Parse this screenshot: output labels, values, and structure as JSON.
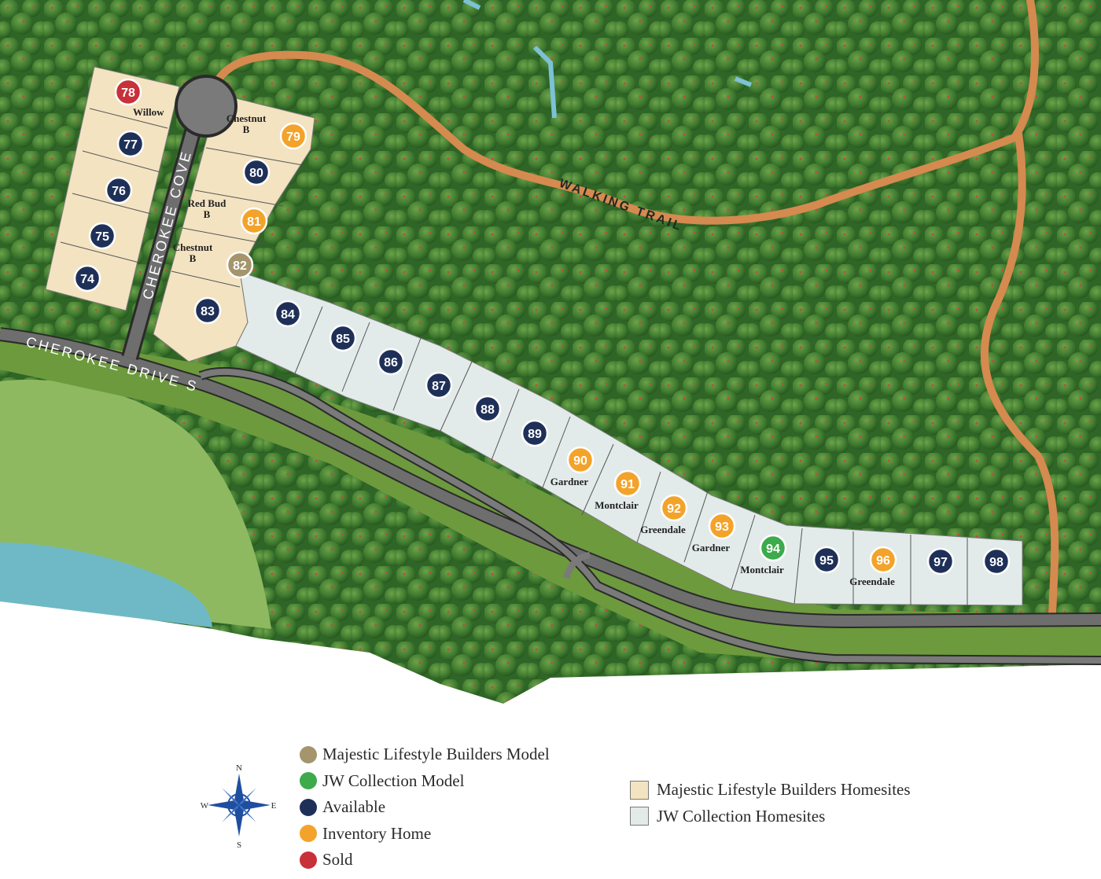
{
  "colors": {
    "model_majestic": "#a4956c",
    "model_jw": "#3daa4c",
    "available": "#1f3058",
    "inventory": "#f3a32a",
    "sold": "#c8303a",
    "majestic_zone": "#f3e3c1",
    "jw_zone": "#e2ebe9",
    "forest": "#3f7a2f",
    "clearing": "#6d9a3d",
    "trail": "#d58a4f",
    "road": "#6a6a6a",
    "water": "#6fb9c6"
  },
  "roads": {
    "cove": "CHEROKEE COVE",
    "drive": "CHEROKEE DRIVE S",
    "trail": "WALKING TRAIL"
  },
  "lots": [
    {
      "num": "78",
      "status": "sold",
      "plan": "Willow"
    },
    {
      "num": "77",
      "status": "available",
      "plan": ""
    },
    {
      "num": "76",
      "status": "available",
      "plan": ""
    },
    {
      "num": "75",
      "status": "available",
      "plan": ""
    },
    {
      "num": "74",
      "status": "available",
      "plan": ""
    },
    {
      "num": "79",
      "status": "inventory",
      "plan": "Chestnut",
      "plan2": "B"
    },
    {
      "num": "80",
      "status": "available",
      "plan": ""
    },
    {
      "num": "81",
      "status": "inventory",
      "plan": "Red Bud",
      "plan2": "B"
    },
    {
      "num": "82",
      "status": "model_majestic",
      "plan": "Chestnut",
      "plan2": "B"
    },
    {
      "num": "83",
      "status": "available",
      "plan": ""
    },
    {
      "num": "84",
      "status": "available",
      "plan": ""
    },
    {
      "num": "85",
      "status": "available",
      "plan": ""
    },
    {
      "num": "86",
      "status": "available",
      "plan": ""
    },
    {
      "num": "87",
      "status": "available",
      "plan": ""
    },
    {
      "num": "88",
      "status": "available",
      "plan": ""
    },
    {
      "num": "89",
      "status": "available",
      "plan": ""
    },
    {
      "num": "90",
      "status": "inventory",
      "plan": "Gardner"
    },
    {
      "num": "91",
      "status": "inventory",
      "plan": "Montclair"
    },
    {
      "num": "92",
      "status": "inventory",
      "plan": "Greendale"
    },
    {
      "num": "93",
      "status": "inventory",
      "plan": "Gardner"
    },
    {
      "num": "94",
      "status": "model_jw",
      "plan": "Montclair"
    },
    {
      "num": "95",
      "status": "available",
      "plan": ""
    },
    {
      "num": "96",
      "status": "inventory",
      "plan": "Greendale"
    },
    {
      "num": "97",
      "status": "available",
      "plan": ""
    },
    {
      "num": "98",
      "status": "available",
      "plan": ""
    }
  ],
  "legend": {
    "status": [
      {
        "key": "model_majestic",
        "label": "Majestic Lifestyle Builders Model"
      },
      {
        "key": "model_jw",
        "label": "JW Collection Model"
      },
      {
        "key": "available",
        "label": "Available"
      },
      {
        "key": "inventory",
        "label": "Inventory Home"
      },
      {
        "key": "sold",
        "label": "Sold"
      }
    ],
    "zones": [
      {
        "key": "majestic_zone",
        "label": "Majestic Lifestyle Builders Homesites"
      },
      {
        "key": "jw_zone",
        "label": "JW Collection Homesites"
      }
    ]
  },
  "compass": {
    "n": "N",
    "e": "E",
    "s": "S",
    "w": "W"
  }
}
